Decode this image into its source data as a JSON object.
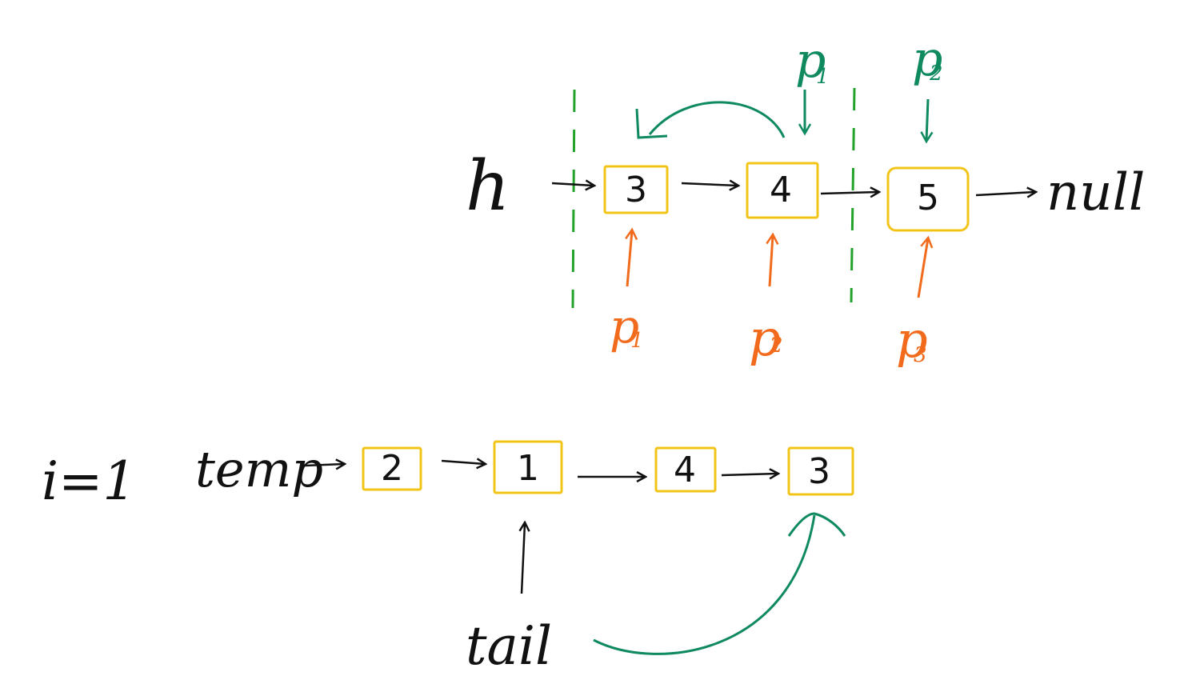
{
  "colors": {
    "ink": "#111111",
    "node_border": "#f2c418",
    "green": "#0f8a5f",
    "orange": "#f26a1b",
    "dash_green": "#22a22a"
  },
  "top_list": {
    "head_label": "h",
    "nodes": [
      "3",
      "4",
      "5"
    ],
    "tail_label": "null",
    "green_pointers": [
      {
        "letter": "p",
        "sub": "1"
      },
      {
        "letter": "p",
        "sub": "2"
      }
    ],
    "orange_pointers": [
      {
        "letter": "p",
        "sub": "1"
      },
      {
        "letter": "p",
        "sub": "2"
      },
      {
        "letter": "p",
        "sub": "3"
      }
    ]
  },
  "bottom_list": {
    "iteration_label": "i=1",
    "head_label": "temp",
    "nodes": [
      "2",
      "1",
      "4",
      "3"
    ],
    "pointer_label": "tail"
  }
}
